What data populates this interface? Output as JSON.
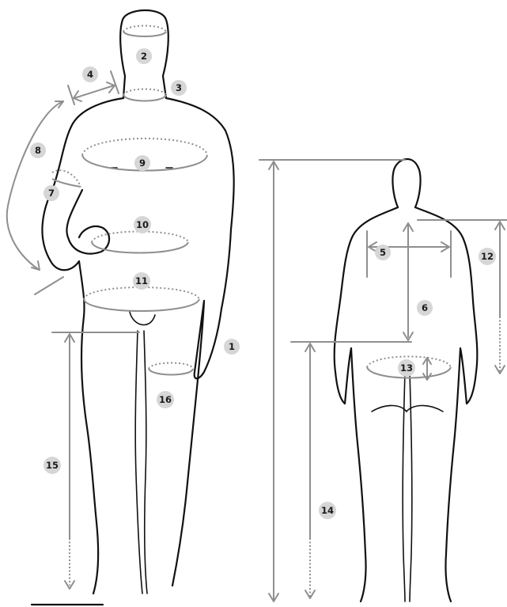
{
  "colors": {
    "outline": "#111111",
    "measure": "#8f8f8f",
    "badge_fill": "#d6d6d6",
    "badge_text": "#1a1a1a"
  },
  "markers": [
    "1",
    "2",
    "3",
    "4",
    "5",
    "6",
    "7",
    "8",
    "9",
    "10",
    "11",
    "12",
    "13",
    "14",
    "15",
    "16"
  ]
}
